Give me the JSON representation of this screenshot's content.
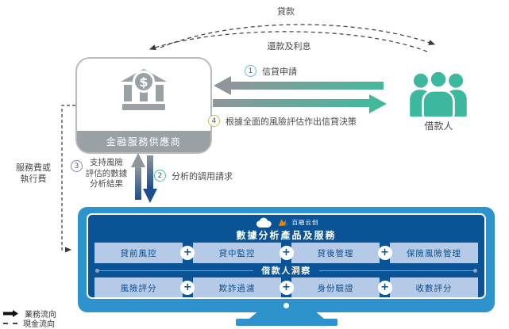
{
  "colors": {
    "teal": "#3db89e",
    "icon_gray": "#9aa1a4",
    "screen_dark_blue": "#0b5397",
    "frame_blue": "#2e93cc",
    "box_light_blue": "#b5cae7",
    "arrow_gray": "#8f969b",
    "arrow_dark_blue": "#1c4d8e"
  },
  "icons": {
    "provider": "bank-icon",
    "borrower": "people-icon",
    "platform_cloud": "cloud-icon",
    "platform_logo": "bairong-logo",
    "plus": "plus-icon",
    "legend_business": "solid-arrow-icon",
    "legend_cash": "dashed-line-icon"
  },
  "top_flows": {
    "loan": "貸款",
    "repayment": "還款及利息"
  },
  "provider": {
    "label": "金融服務供應商"
  },
  "borrower": {
    "label": "借款人"
  },
  "steps": {
    "s1": {
      "num": "1",
      "label": "信貸申請"
    },
    "s2": {
      "num": "2",
      "label": "分析的調用請求"
    },
    "s3": {
      "num": "3",
      "line1": "支持風險",
      "line2": "評估的數據",
      "line3": "分析結果"
    },
    "s4": {
      "num": "4",
      "label": "根據全面的風險評估作出信貸決策"
    }
  },
  "service_fee": {
    "line1": "服務費或",
    "line2": "執行費"
  },
  "platform": {
    "brand": "百融云创",
    "title": "數據分析產品及服務",
    "band": "借款人洞察",
    "plus": "+",
    "row1": [
      "貸前風控",
      "貸中監控",
      "貸後管理",
      "保險風險管理"
    ],
    "row2": [
      "風險評分",
      "欺詐過濾",
      "身份驗證",
      "收數評分"
    ]
  },
  "legend": {
    "business": "業務流向",
    "cash": "現金流向"
  }
}
